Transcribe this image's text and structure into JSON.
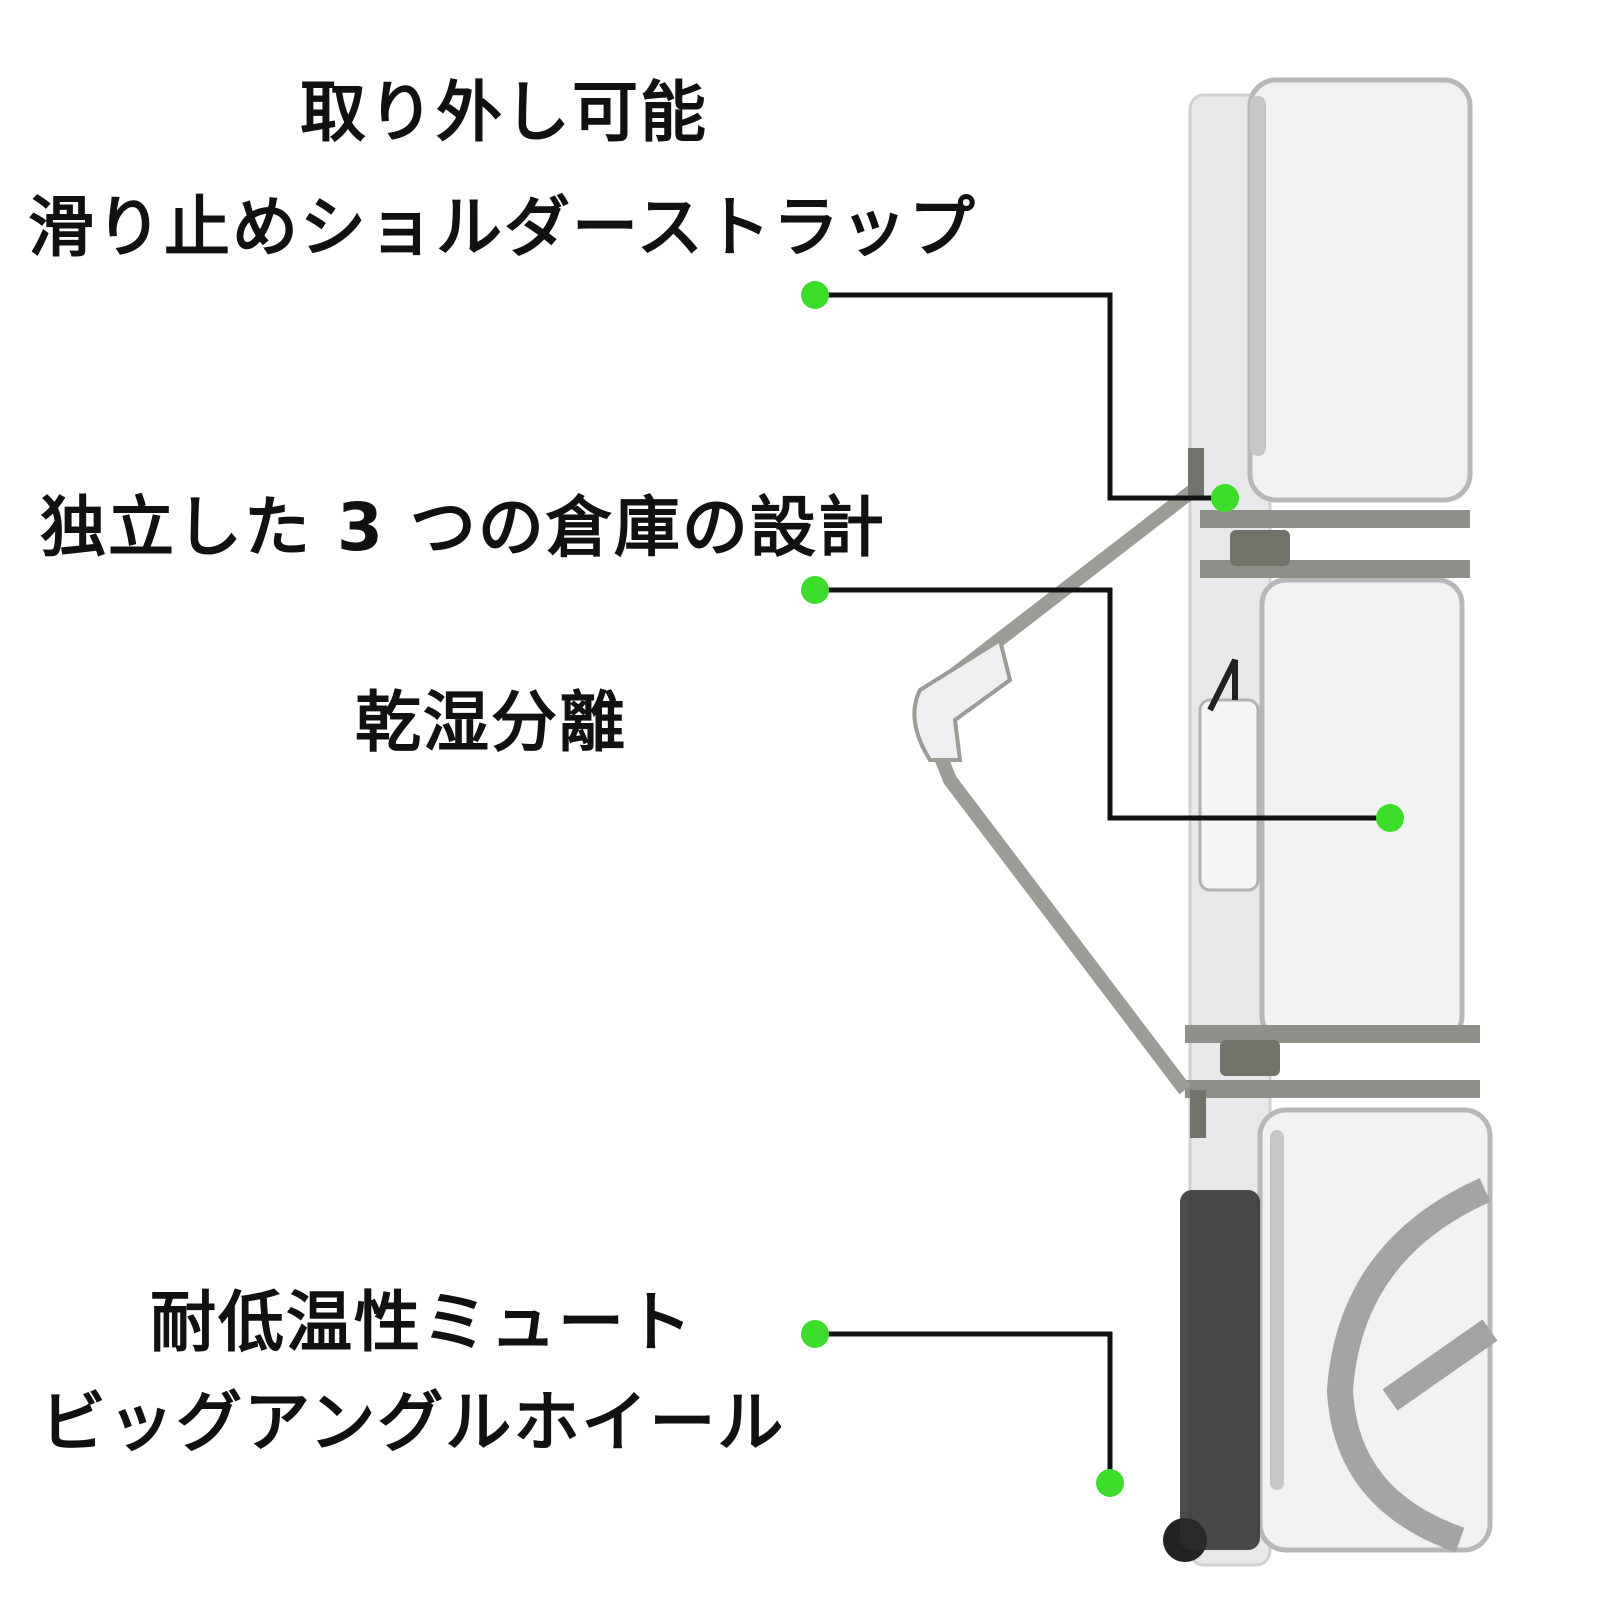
{
  "features": [
    {
      "id": "shoulder-strap",
      "lines": [
        "取り外し可能",
        "滑り止めショルダーストラップ"
      ]
    },
    {
      "id": "compartments",
      "lines": [
        "独立した 3 つの倉庫の設計"
      ]
    },
    {
      "id": "dry-wet",
      "lines": [
        "乾湿分離"
      ]
    },
    {
      "id": "wheels",
      "lines": [
        "耐低温性ミュート",
        "ビッグアングルホイール"
      ]
    }
  ],
  "colors": {
    "background": "#ffffff",
    "text": "#111111",
    "callout_line": "#111111",
    "callout_dot": "#3ddc2a",
    "bag_body": "#eceef0",
    "bag_trim": "#a8aaac",
    "strap": "#8a8d86",
    "buckle": "#7e8277",
    "wheel": "#222222"
  }
}
